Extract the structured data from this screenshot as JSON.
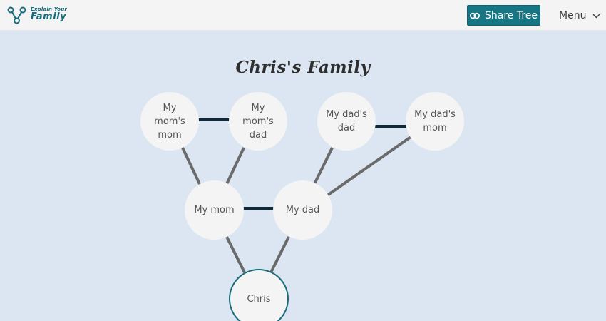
{
  "header": {
    "logo": {
      "top": "Explain Your",
      "bottom": "Family"
    },
    "share_label": "Share Tree",
    "menu_label": "Menu"
  },
  "page": {
    "title": "Chris's Family"
  },
  "tree": {
    "nodes": {
      "moms_mom": "My mom's mom",
      "moms_dad": "My mom's dad",
      "dads_dad": "My dad's dad",
      "dads_mom": "My dad's mom",
      "mom": "My mom",
      "dad": "My dad",
      "me": "Chris"
    }
  },
  "colors": {
    "accent": "#177584",
    "background": "#dce6f3",
    "node": "#f4f4f4",
    "partner_line": "#0e2a3a",
    "parent_line": "#6a6a6a"
  }
}
